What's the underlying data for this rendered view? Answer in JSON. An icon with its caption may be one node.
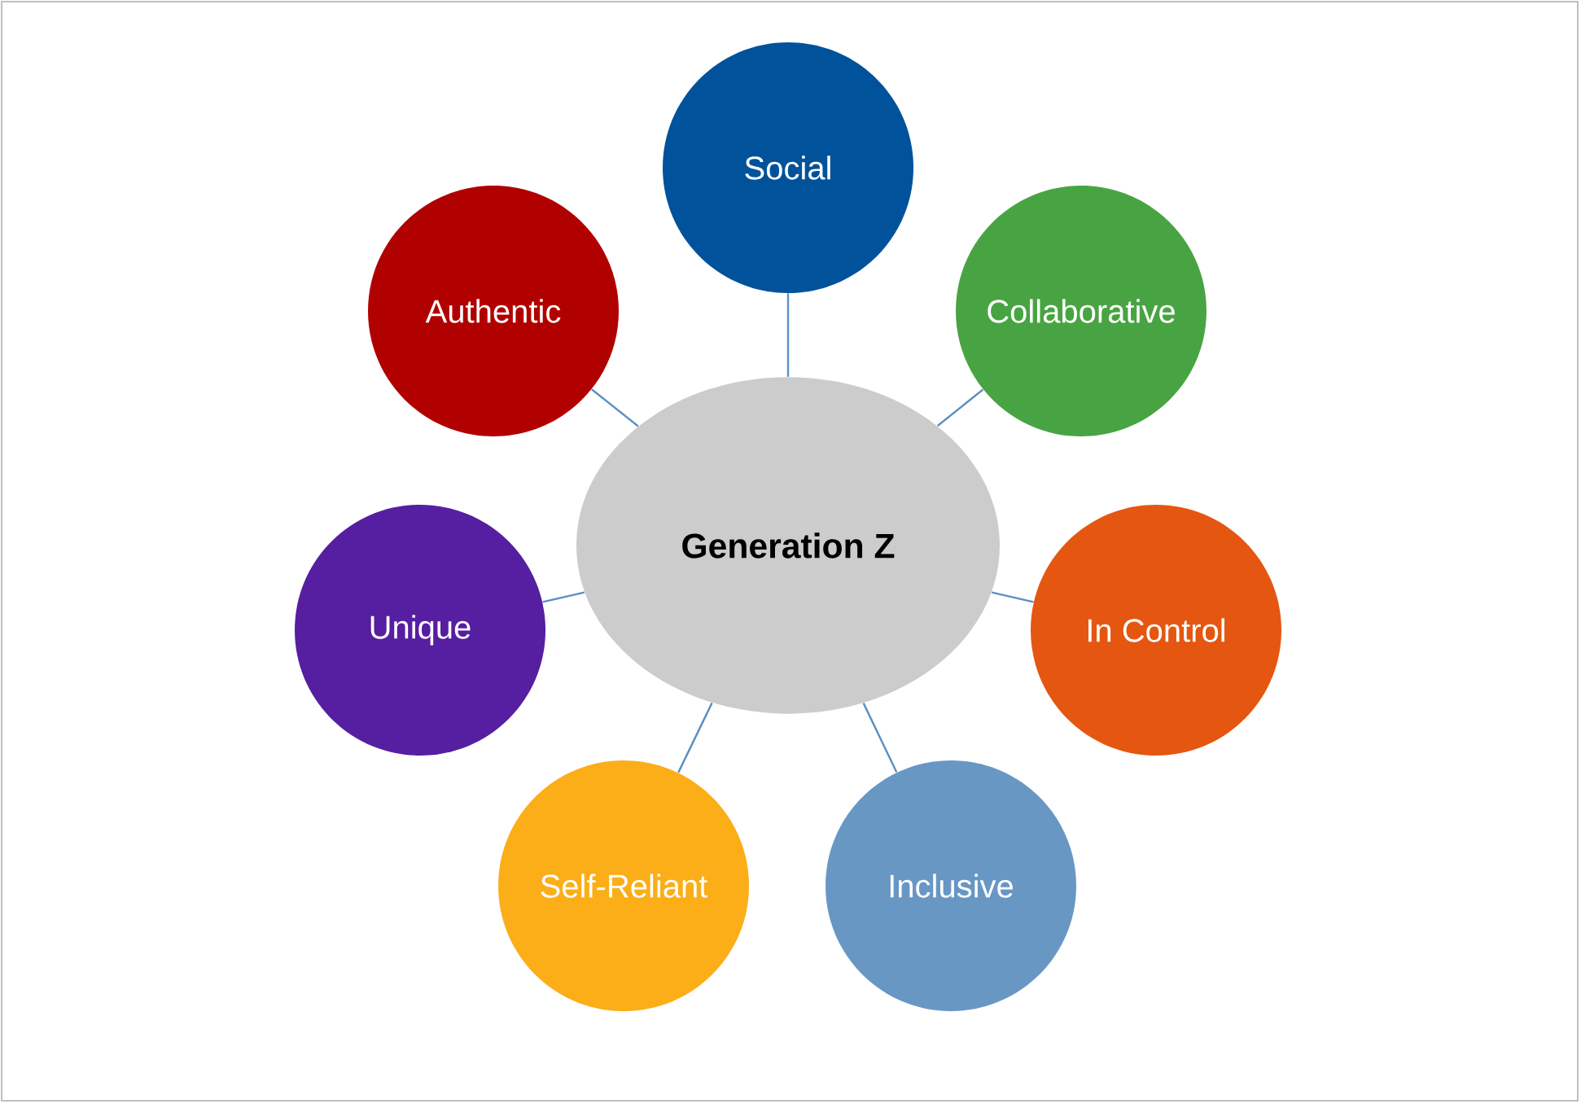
{
  "diagram": {
    "nodes": [
      {
        "text": [
          "Generation Z"
        ]
      },
      {
        "text": [
          "Social"
        ]
      },
      {
        "text": [
          "Collaborative"
        ]
      },
      {
        "text": [
          "In Control"
        ]
      },
      {
        "text": [
          "Inclusive"
        ]
      },
      {
        "text": [
          "Self-Reliant"
        ]
      },
      {
        "text": [
          "Unique"
        ]
      },
      {
        "text": [
          "Authentic"
        ]
      }
    ],
    "edges": [
      {
        "from": 0,
        "to": 1,
        "arrow": "none"
      },
      {
        "from": 0,
        "to": 2,
        "arrow": "none"
      },
      {
        "from": 0,
        "to": 3,
        "arrow": "none"
      },
      {
        "from": 0,
        "to": 4,
        "arrow": "none"
      },
      {
        "from": 0,
        "to": 5,
        "arrow": "none"
      },
      {
        "from": 0,
        "to": 6,
        "arrow": "none"
      },
      {
        "from": 0,
        "to": 7,
        "arrow": "none"
      }
    ]
  }
}
